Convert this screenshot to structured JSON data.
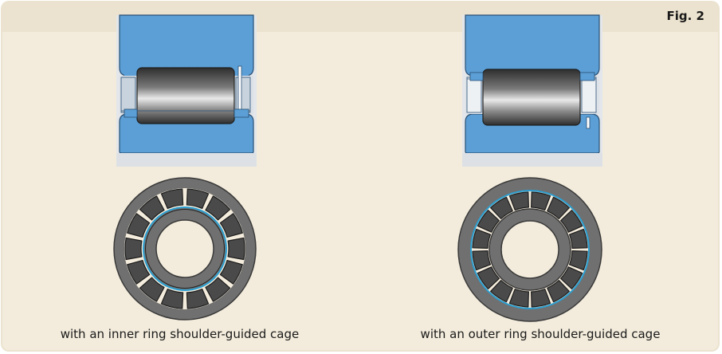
{
  "figure": {
    "label": "Fig. 2"
  },
  "left": {
    "caption": "with an inner ring shoulder-guided cage"
  },
  "right": {
    "caption": "with an outer ring shoulder-guided cage"
  },
  "colors": {
    "panel_bg": "#f3ecdc",
    "header_bg": "#ebe3cf",
    "ring_blue": "#5b9fd6",
    "ring_outline": "#2a4f73",
    "steel_gray": "#6e6e6e",
    "roller_dark": "#3f3f3f",
    "bore_light": "#dce0e6",
    "cage_line": "#2c9fd1"
  },
  "icons": [
    "cross-section-inner-guided",
    "ring-inner-guided",
    "cross-section-outer-guided",
    "ring-outer-guided"
  ]
}
